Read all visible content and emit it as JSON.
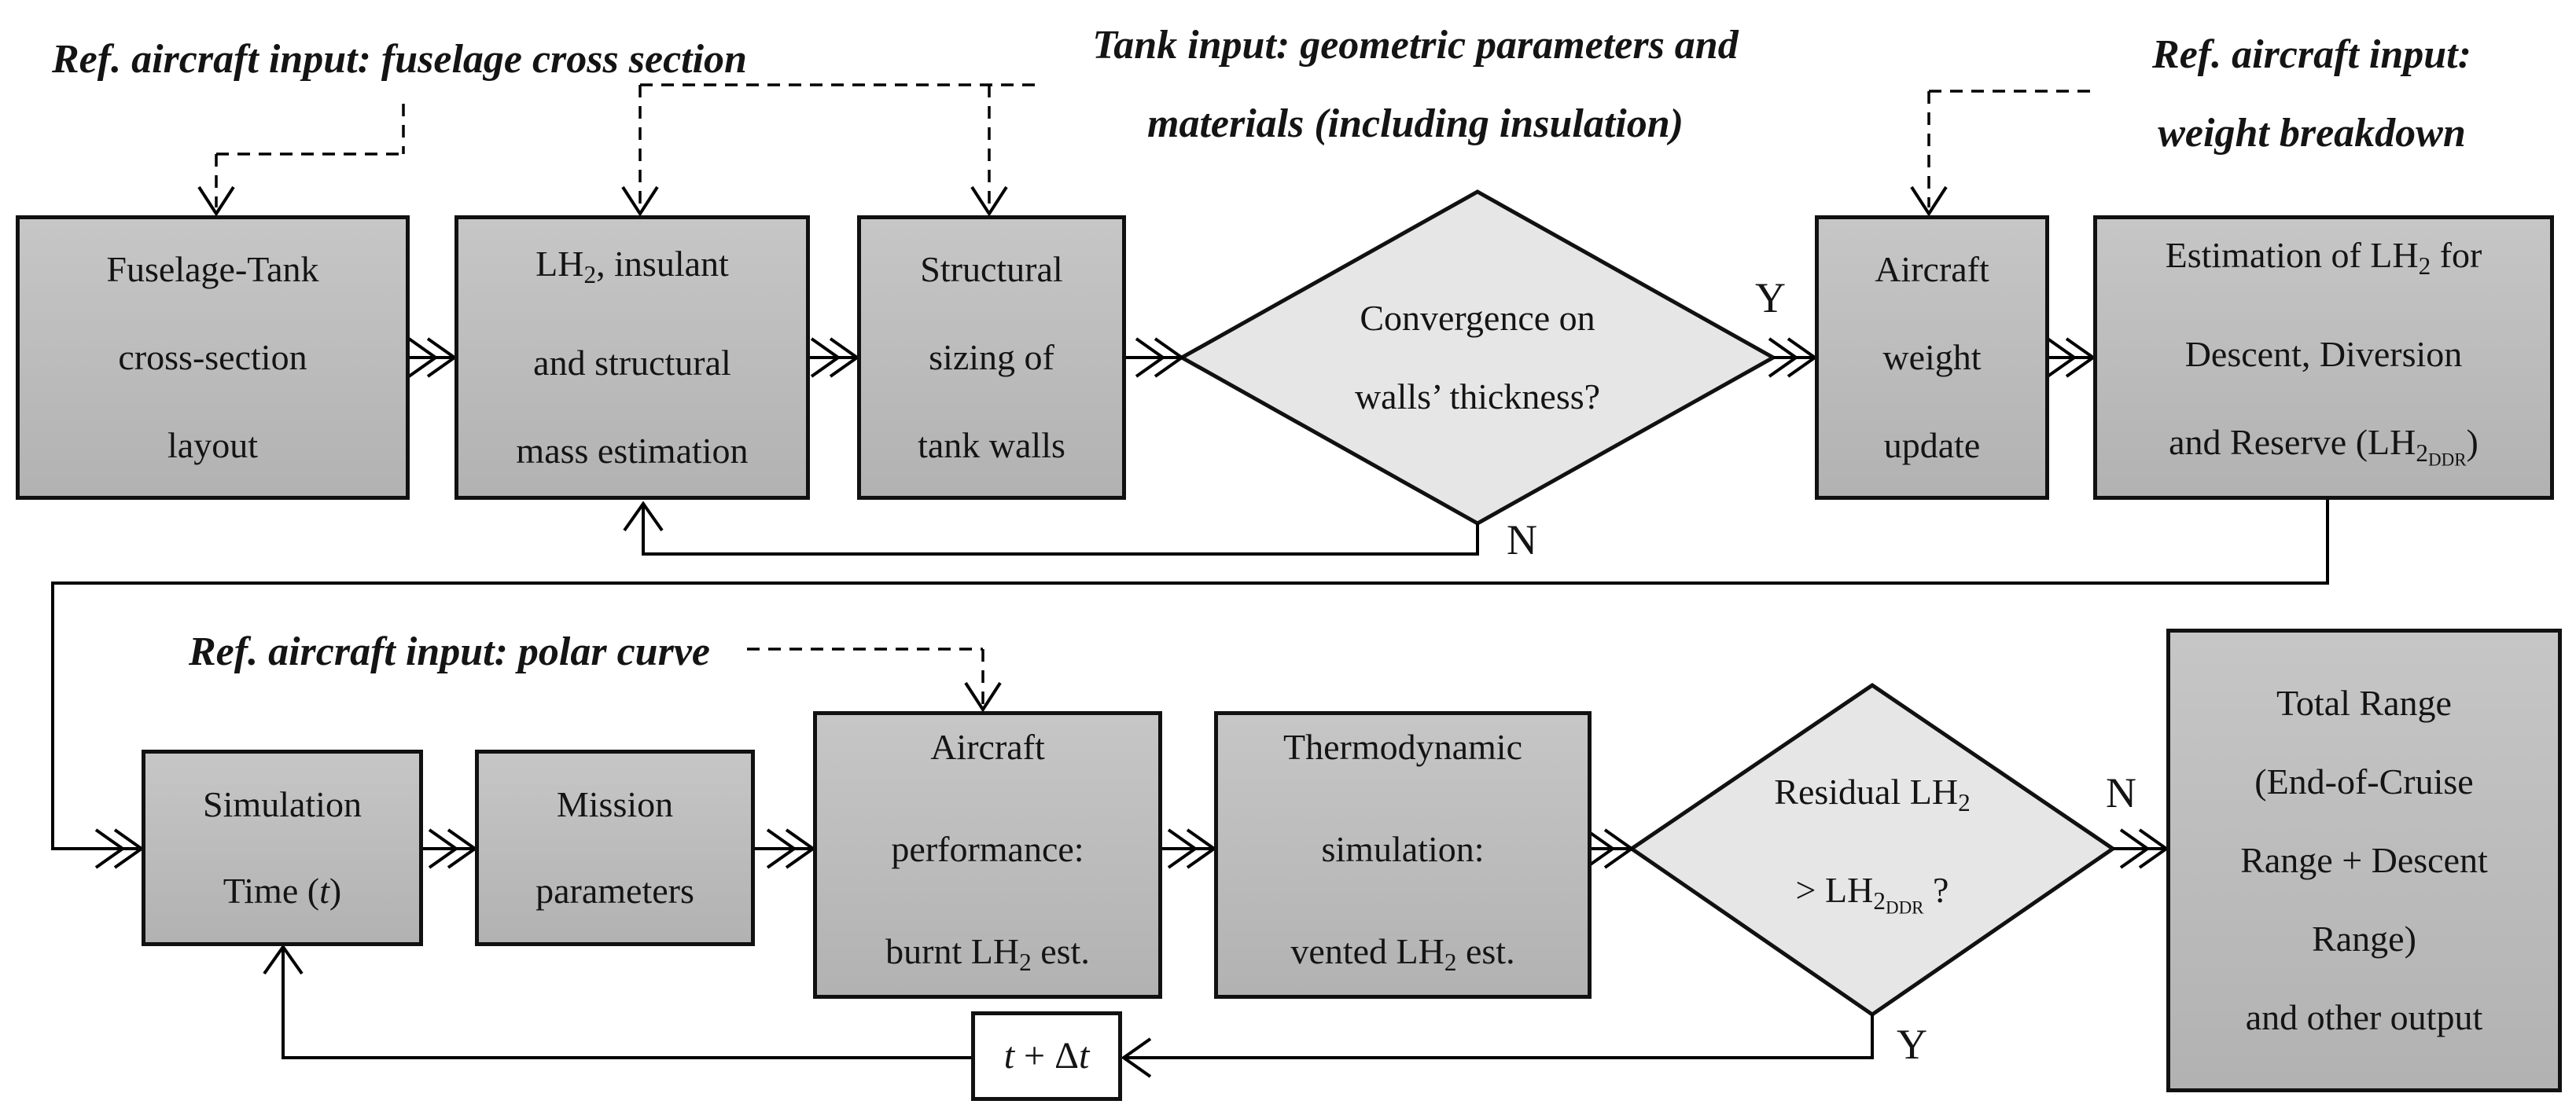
{
  "figure": {
    "kind": "flowchart",
    "subject": "LH2 fuselage tank sizing and mission simulation loop"
  },
  "colors": {
    "background": "#ffffff",
    "box_fill_top": "#c6c6c6",
    "box_fill_bottom": "#b2b2b2",
    "diamond_fill": "#e6e6e6",
    "step_box_fill": "#ffffff",
    "border": "#111111",
    "line": "#000000",
    "text": "#141414"
  },
  "annotations": {
    "fuselage_input": {
      "lines": [
        "Ref. aircraft input: fuselage cross section"
      ]
    },
    "tank_input": {
      "lines": [
        "Tank input: geometric parameters and",
        "materials (including insulation)"
      ]
    },
    "weight_input": {
      "lines": [
        "Ref. aircraft input:",
        "weight breakdown"
      ]
    },
    "polar_input": {
      "lines": [
        "Ref. aircraft input: polar curve"
      ]
    }
  },
  "branch_labels": {
    "convergence_yes": "Y",
    "convergence_no": "N",
    "residual_no": "N",
    "residual_yes": "Y"
  },
  "nodes": {
    "fuselage_tank": {
      "shape": "process",
      "lines": [
        [
          {
            "t": "Fuselage-Tank"
          }
        ],
        [
          {
            "t": "cross-section"
          }
        ],
        [
          {
            "t": "layout"
          }
        ]
      ]
    },
    "mass_estimation": {
      "shape": "process",
      "lines": [
        [
          {
            "t": "LH"
          },
          {
            "t": "2",
            "sub": 1
          },
          {
            "t": ", insulant"
          }
        ],
        [
          {
            "t": "and structural"
          }
        ],
        [
          {
            "t": "mass estimation"
          }
        ]
      ]
    },
    "structural_sizing": {
      "shape": "process",
      "lines": [
        [
          {
            "t": "Structural"
          }
        ],
        [
          {
            "t": "sizing of"
          }
        ],
        [
          {
            "t": "tank walls"
          }
        ]
      ]
    },
    "convergence_check": {
      "shape": "decision",
      "lines": [
        [
          {
            "t": "Convergence on"
          }
        ],
        [
          {
            "t": "walls’ thickness?"
          }
        ]
      ]
    },
    "weight_update": {
      "shape": "process",
      "lines": [
        [
          {
            "t": "Aircraft"
          }
        ],
        [
          {
            "t": "weight"
          }
        ],
        [
          {
            "t": "update"
          }
        ]
      ]
    },
    "lh2ddr_estimation": {
      "shape": "process",
      "lines": [
        [
          {
            "t": "Estimation of LH"
          },
          {
            "t": "2",
            "sub": 1
          },
          {
            "t": " for"
          }
        ],
        [
          {
            "t": "Descent, Diversion"
          }
        ],
        [
          {
            "t": "and Reserve (LH"
          },
          {
            "t": "2",
            "sub": 1
          },
          {
            "t": "DDR",
            "sub": 2
          },
          {
            "t": ")"
          }
        ]
      ]
    },
    "simulation_time": {
      "shape": "process",
      "lines": [
        [
          {
            "t": "Simulation"
          }
        ],
        [
          {
            "t": "Time ("
          },
          {
            "t": "t",
            "i": 1
          },
          {
            "t": ")"
          }
        ]
      ]
    },
    "mission_parameters": {
      "shape": "process",
      "lines": [
        [
          {
            "t": "Mission"
          }
        ],
        [
          {
            "t": "parameters"
          }
        ]
      ]
    },
    "aircraft_performance": {
      "shape": "process",
      "lines": [
        [
          {
            "t": "Aircraft"
          }
        ],
        [
          {
            "t": "performance:"
          }
        ],
        [
          {
            "t": "burnt LH"
          },
          {
            "t": "2",
            "sub": 1
          },
          {
            "t": " est."
          }
        ]
      ]
    },
    "thermo_simulation": {
      "shape": "process",
      "lines": [
        [
          {
            "t": "Thermodynamic"
          }
        ],
        [
          {
            "t": "simulation:"
          }
        ],
        [
          {
            "t": "vented LH"
          },
          {
            "t": "2",
            "sub": 1
          },
          {
            "t": " est."
          }
        ]
      ]
    },
    "residual_check": {
      "shape": "decision",
      "lines": [
        [
          {
            "t": "Residual LH"
          },
          {
            "t": "2",
            "sub": 1
          }
        ],
        [
          {
            "t": "> LH"
          },
          {
            "t": "2",
            "sub": 1
          },
          {
            "t": "DDR",
            "sub": 2
          },
          {
            "t": " ?"
          }
        ]
      ]
    },
    "total_range": {
      "shape": "process",
      "lines": [
        [
          {
            "t": "Total Range"
          }
        ],
        [
          {
            "t": "(End-of-Cruise"
          }
        ],
        [
          {
            "t": "Range + Descent"
          }
        ],
        [
          {
            "t": "Range)"
          }
        ],
        [
          {
            "t": "and other output"
          }
        ]
      ]
    },
    "time_step": {
      "shape": "step",
      "lines": [
        [
          {
            "t": "t",
            "i": 1
          },
          {
            "t": " + Δ"
          },
          {
            "t": "t",
            "i": 1
          }
        ]
      ]
    }
  }
}
